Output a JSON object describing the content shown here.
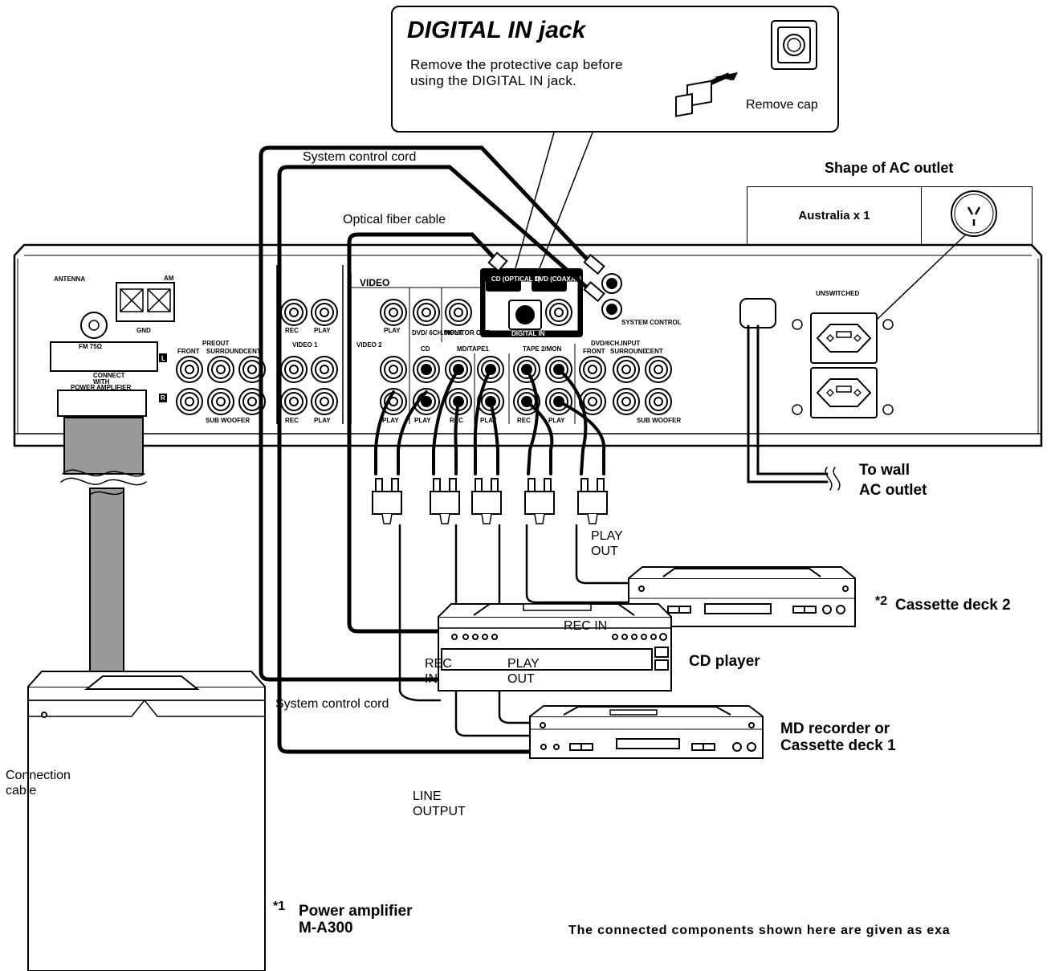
{
  "callout": {
    "title": "DIGITAL IN jack",
    "text": "Remove the protective cap before using the DIGITAL IN jack.",
    "remove_cap": "Remove cap"
  },
  "ac_outlet": {
    "heading": "Shape of AC outlet",
    "region": "Australia x 1",
    "to_wall_line1": "To wall",
    "to_wall_line2": "AC outlet"
  },
  "cables": {
    "system_control_top": "System control cord",
    "optical_fiber": "Optical fiber cable",
    "system_control_bottom": "System control cord",
    "connection_line1": "Connection",
    "connection_line2": "cable"
  },
  "signal_labels": {
    "deck2_play_1": "PLAY",
    "deck2_play_2": "OUT",
    "deck2_rec": "REC IN",
    "md_rec_1": "REC",
    "md_rec_2": "IN",
    "md_play_1": "PLAY",
    "md_play_2": "OUT",
    "cd_line_1": "LINE",
    "cd_line_2": "OUTPUT"
  },
  "devices": {
    "cassette2_mark": "*2",
    "cassette2": "Cassette deck 2",
    "md_line1": "MD recorder or",
    "md_line2": "Cassette deck 1",
    "cd": "CD player",
    "amp_mark": "*1",
    "amp_line1": "Power amplifier",
    "amp_line2": "M-A300"
  },
  "panel": {
    "antenna": "ANTENNA",
    "am": "AM",
    "fm": "FM 75Ω",
    "gnd": "GND",
    "preout": "PREOUT",
    "front": "FRONT",
    "surround": "SURROUND",
    "center": "CENT",
    "subwoofer": "SUB WOOFER",
    "connect1": "CONNECT",
    "connect2": "WITH",
    "connect3": "POWER AMPLIFIER",
    "video": "VIDEO",
    "video1": "VIDEO 1",
    "video2": "VIDEO 2",
    "rec": "REC",
    "play": "PLAY",
    "dvd6ch": "DVD/ 6CH.INPUT",
    "monitor_out": "MONITOR OUT",
    "cd": "CD",
    "md_tape1": "MD/TAPE1",
    "tape2mon": "TAPE 2/MON",
    "dvd6ch_input": "DVD/6CH.INPUT",
    "cd_optical": "CD (OPTICAL 1)",
    "dvd_coaxal": "DVD (COAXAL)",
    "digital_in": "DIGITAL IN",
    "system_control": "SYSTEM CONTROL",
    "unswitched": "UNSWITCHED",
    "l": "L",
    "r": "R"
  },
  "footer": "The connected components shown here are given as exa"
}
